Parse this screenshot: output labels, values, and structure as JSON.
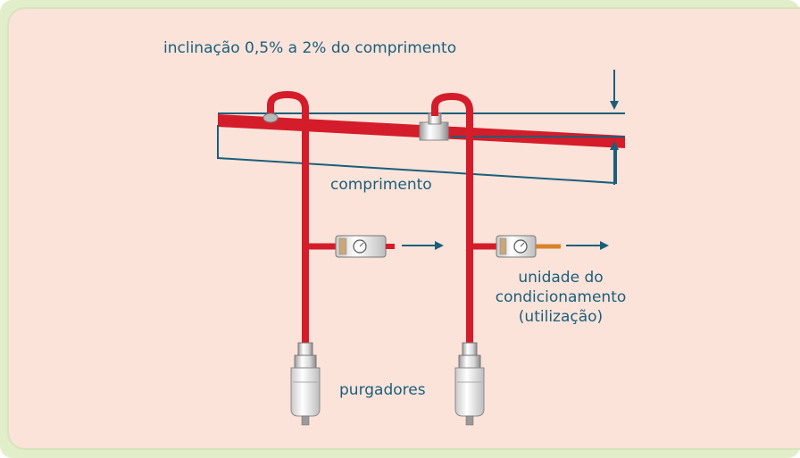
{
  "labels": {
    "slope": "inclinação 0,5% a 2% do comprimento",
    "length": "comprimento",
    "unit_line1": "unidade do",
    "unit_line2": "condicionamento",
    "unit_line3": "(utilização)",
    "drains": "purgadores"
  },
  "colors": {
    "pipe": "#d41c2a",
    "annotation": "#1a5f7a",
    "background": "#fbe3da",
    "frame": "#e2edc9"
  }
}
